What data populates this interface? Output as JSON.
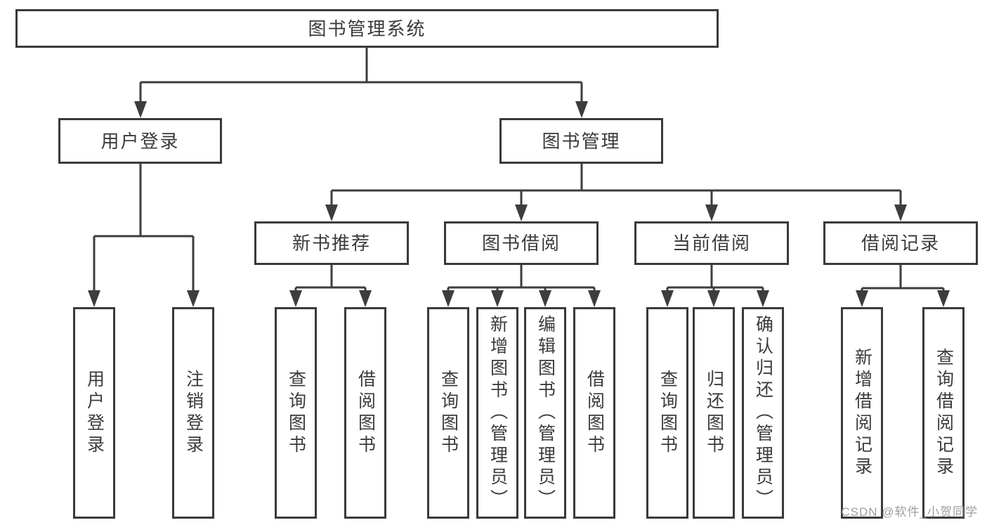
{
  "tree": {
    "root": {
      "label": "图书管理系统"
    },
    "children": [
      {
        "label": "用户登录",
        "children": [
          {
            "label": "用户登录"
          },
          {
            "label": "注销登录"
          }
        ]
      },
      {
        "label": "图书管理",
        "children": [
          {
            "label": "新书推荐",
            "children": [
              {
                "label": "查询图书"
              },
              {
                "label": "借阅图书"
              }
            ]
          },
          {
            "label": "图书借阅",
            "children": [
              {
                "label": "查询图书"
              },
              {
                "label": "新增图书（管理员）"
              },
              {
                "label": "编辑图书（管理员）"
              },
              {
                "label": "借阅图书"
              }
            ]
          },
          {
            "label": "当前借阅",
            "children": [
              {
                "label": "查询图书"
              },
              {
                "label": "归还图书"
              },
              {
                "label": "确认归还（管理员）"
              }
            ]
          },
          {
            "label": "借阅记录",
            "children": [
              {
                "label": "新增借阅记录"
              },
              {
                "label": "查询借阅记录"
              }
            ]
          }
        ]
      }
    ]
  },
  "watermark": "CSDN @软件_小贺同学",
  "colors": {
    "line": "#3d3d3d",
    "border": "#3a3a3a",
    "text": "#3b3b3b",
    "watermark_text": "#9e9e9e",
    "background": "#ffffff"
  }
}
